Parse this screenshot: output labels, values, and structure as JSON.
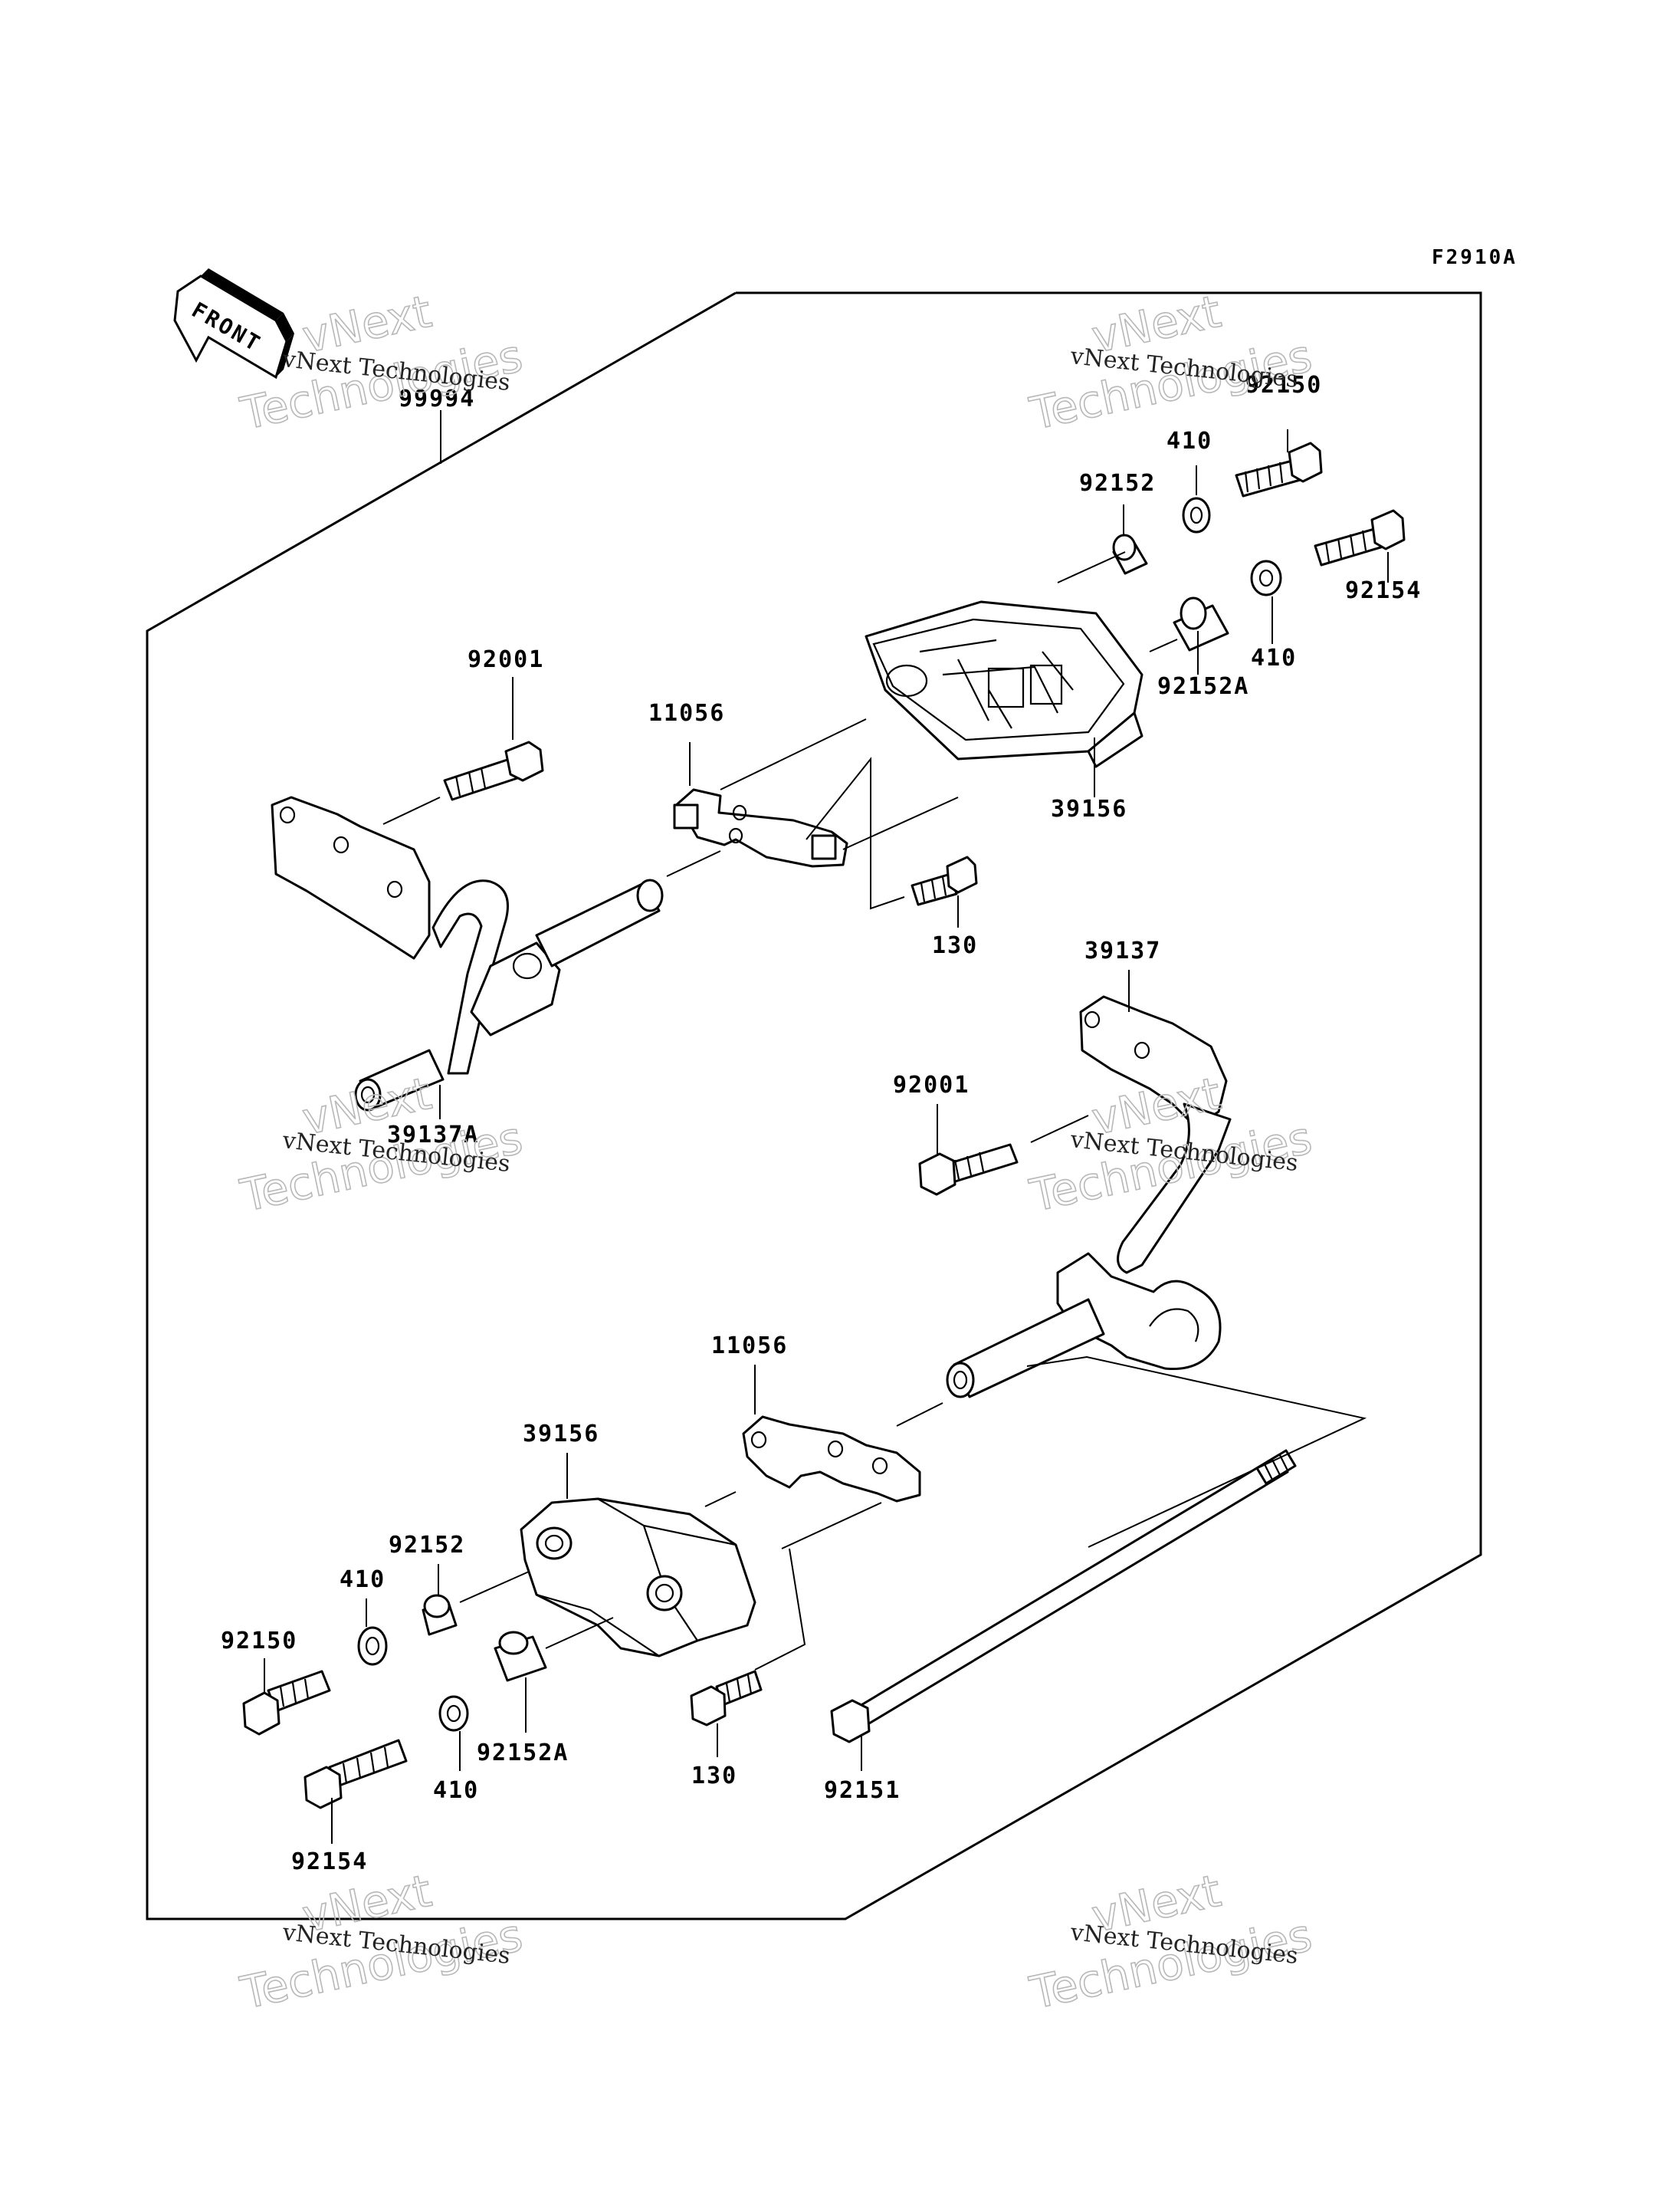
{
  "figure_code": "F2910A",
  "front_arrow_label": "FRONT",
  "watermark": {
    "line1": "vNext",
    "line2": "Technologies",
    "small": "vNext Technologies"
  },
  "labels": {
    "assembly": "99994",
    "top_right_bolt_a": "92150",
    "top_washer_a": "410",
    "top_collar_a": "92152",
    "top_bolt_b": "92154",
    "top_washer_b": "410",
    "top_collar_b": "92152A",
    "top_slider": "39156",
    "top_bracket": "11056",
    "top_frame_bolt": "92001",
    "top_small_bolt": "130",
    "left_stay": "39137A",
    "right_stay": "39137",
    "lower_frame_bolt": "92001",
    "lower_bracket": "11056",
    "lower_slider": "39156",
    "lower_collar_a": "92152",
    "lower_washer_a": "410",
    "lower_bolt_a": "92150",
    "lower_washer_b": "410",
    "lower_collar_b": "92152A",
    "lower_bolt_b": "92154",
    "lower_small_bolt": "130",
    "through_bolt": "92151"
  }
}
